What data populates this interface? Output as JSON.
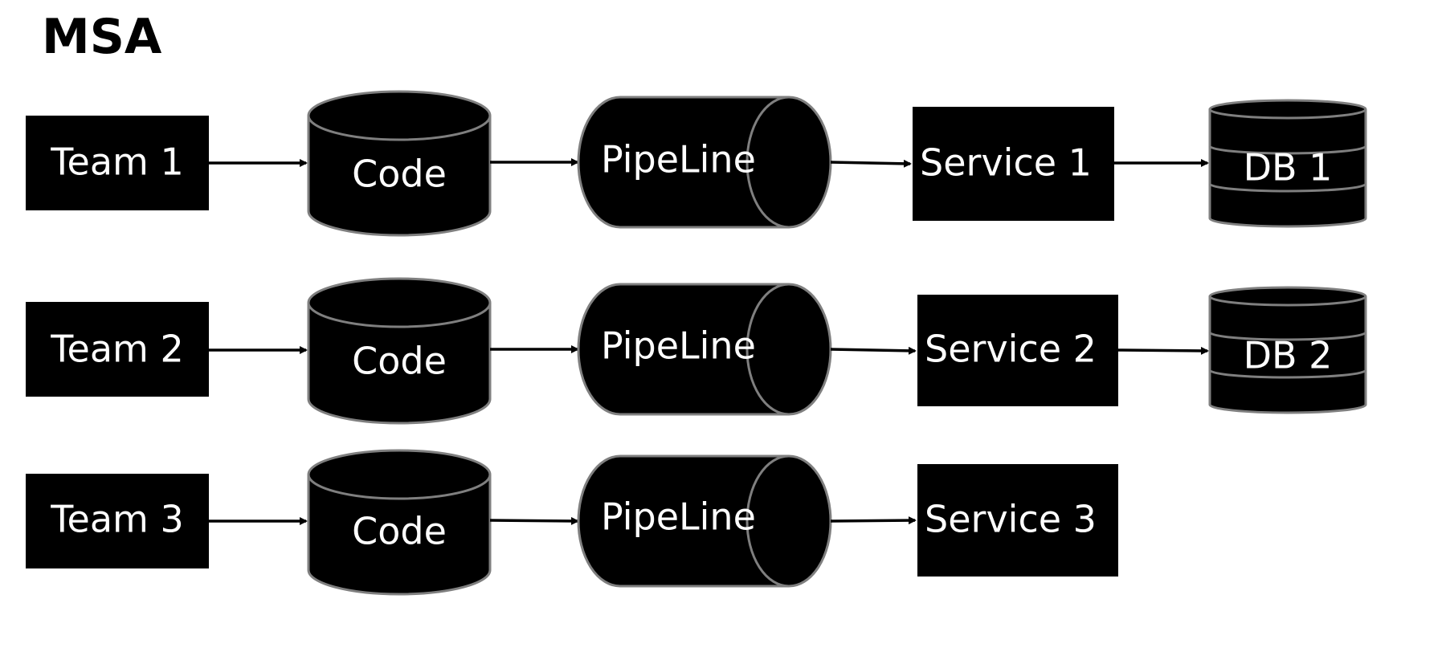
{
  "title": "MSA",
  "colors": {
    "node_fill": "#000000",
    "node_outline": "#7f7f7f",
    "node_text": "#ffffff",
    "arrow": "#000000",
    "background": "#ffffff"
  },
  "rows": [
    {
      "team": "Team 1",
      "code": "Code",
      "pipeline": "PipeLine",
      "service": "Service 1",
      "db": "DB 1"
    },
    {
      "team": "Team 2",
      "code": "Code",
      "pipeline": "PipeLine",
      "service": "Service 2",
      "db": "DB 2"
    },
    {
      "team": "Team 3",
      "code": "Code",
      "pipeline": "PipeLine",
      "service": "Service 3"
    }
  ],
  "icons": {
    "team": "rectangle",
    "code": "database-cylinder-icon",
    "pipeline": "horizontal-cylinder-icon",
    "service": "rectangle",
    "db": "stacked-database-icon"
  }
}
